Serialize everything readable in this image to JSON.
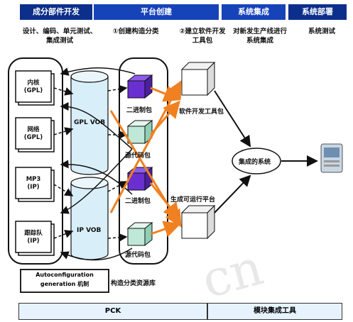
{
  "phases": [
    {
      "label": "成分部件开发",
      "color": "#0b2f8a"
    },
    {
      "label": "平台创建",
      "color": "#1743b8"
    },
    {
      "label": "系统集成",
      "color": "#1743b8"
    },
    {
      "label": "系统部署",
      "color": "#0b2f8a"
    }
  ],
  "subheads": {
    "dev": "设计、编码、单元测试、集成测试",
    "platform": "①创建构造分类",
    "toolkit": "②建立软件开发工具包",
    "integrate": "对新发生产线进行系统集成",
    "deploy": "系统测试"
  },
  "components": [
    {
      "name": "内核",
      "tag": "(GPL)"
    },
    {
      "name": "网络",
      "tag": "(GPL)"
    },
    {
      "name": "MP3",
      "tag": "(IP)"
    },
    {
      "name": "跟踪队",
      "tag": "(IP)"
    }
  ],
  "vobs": {
    "gpl": "GPL VOB",
    "ip": "IP VOB"
  },
  "cubes": {
    "binary1": "二进制包",
    "source1": "源代码包",
    "binary2": "二进制包",
    "source2": "源代码包"
  },
  "outputs": {
    "sdk": "软件开发工具包",
    "runtime": "生成可运行平台"
  },
  "integrated": "集成的系统",
  "note": "Autoconfiguration generation 机制",
  "classlib": "构造分类资源库",
  "bottom": {
    "left": "PCK",
    "right": "模块集成工具"
  },
  "watermark": "cn",
  "colors": {
    "arrow_orange": "#f08020",
    "cube_purple": "#6a2fd0",
    "cube_green": "#bfe8d8",
    "vob": "#d8eef8"
  }
}
